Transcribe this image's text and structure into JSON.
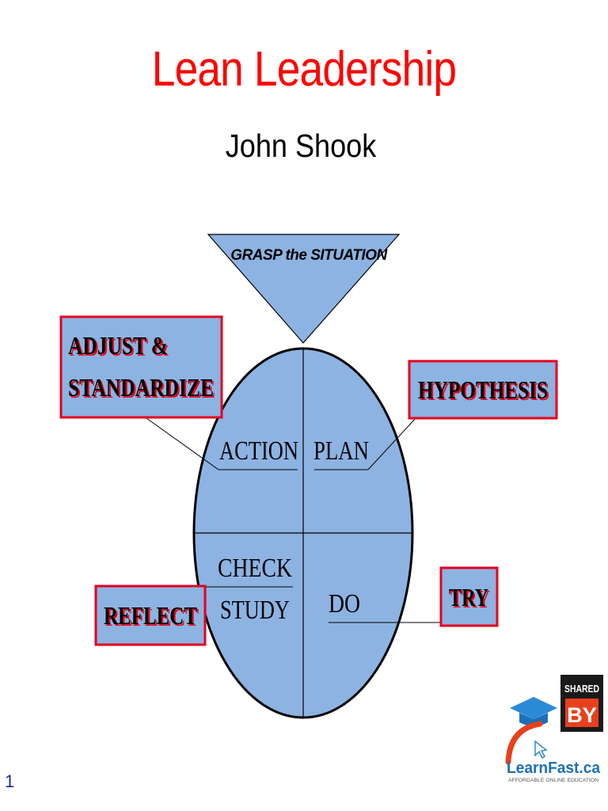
{
  "slide": {
    "title": "Lean Leadership",
    "subtitle": "John Shook",
    "page_number": "1"
  },
  "diagram": {
    "top_triangle": "GRASP the SITUATION",
    "quadrants": {
      "action": "ACTION",
      "plan": "PLAN",
      "check": "CHECK",
      "study": "STUDY",
      "do": "DO"
    },
    "callouts": {
      "adjust_line1": "ADJUST &",
      "adjust_line2": "STANDARDIZE",
      "hypothesis": "HYPOTHESIS",
      "reflect": "REFLECT",
      "try": "TRY"
    },
    "colors": {
      "fill": "#8db3e2",
      "callout_border": "#e6001e",
      "title_red": "#ff0000"
    }
  },
  "logo": {
    "shared": "SHARED",
    "by": "BY",
    "brand": "LearnFast.ca",
    "tagline": "AFFORDABLE ONLINE EDUCATION"
  }
}
